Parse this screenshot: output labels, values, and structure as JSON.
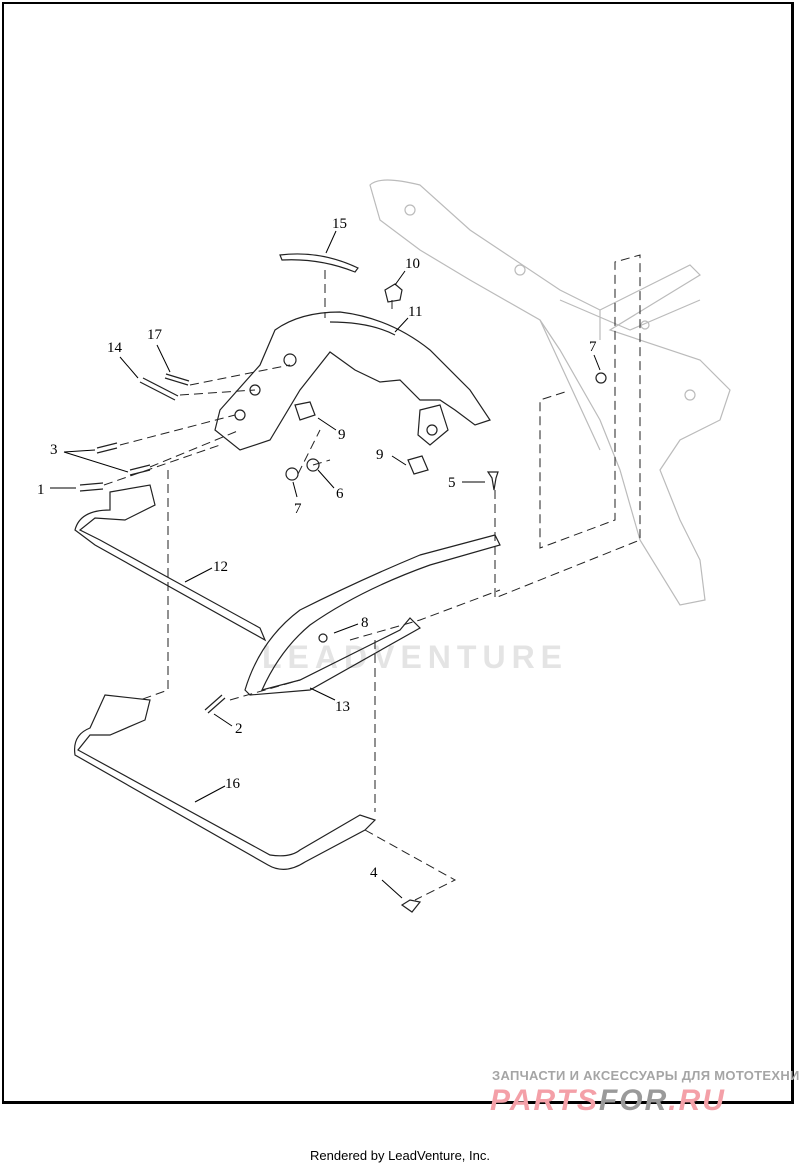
{
  "diagram": {
    "callouts": [
      "15",
      "10",
      "11",
      "17",
      "14",
      "7",
      "3",
      "9",
      "9",
      "1",
      "5",
      "6",
      "7",
      "12",
      "8",
      "13",
      "2",
      "16",
      "4"
    ]
  },
  "watermark": {
    "center_logo": "LEADVENTURE",
    "shop_tagline": "ЗАПЧАСТИ И АКСЕССУАРЫ ДЛЯ МОТОТЕХНИКИ",
    "shop_name_a": "PARTS",
    "shop_name_b": "FOR",
    "shop_name_c": ".RU"
  },
  "footer": {
    "text": "Rendered by LeadVenture, Inc."
  }
}
